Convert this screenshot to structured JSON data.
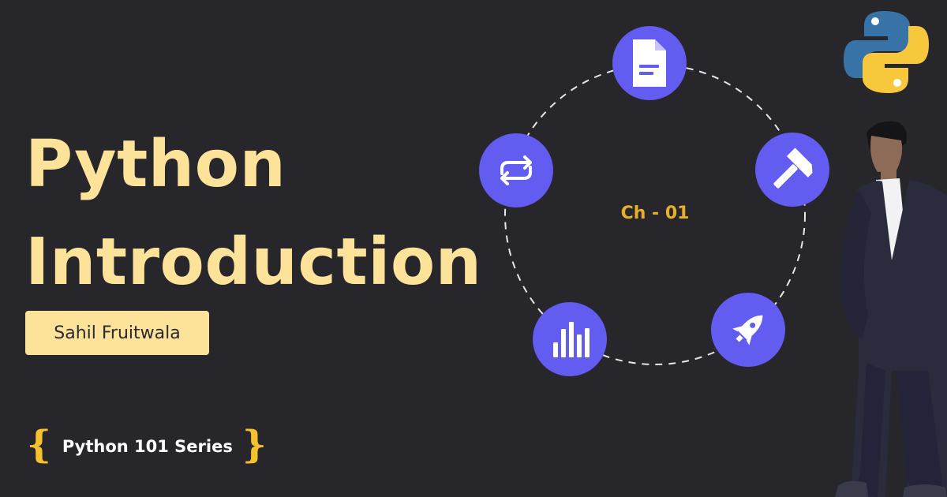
{
  "title_line1": "Python",
  "title_line2": "Introduction",
  "author": "Sahil Fruitwala",
  "series": {
    "open_brace": "{",
    "label": "Python 101 Series",
    "close_brace": "}"
  },
  "chapter_label": "Ch - 01",
  "icons": [
    "document-icon",
    "hammer-icon",
    "rocket-icon",
    "bar-chart-icon",
    "repeat-icon"
  ],
  "colors": {
    "background": "#27262b",
    "title": "#fde39a",
    "author_badge": "#fde39a",
    "brace": "#f6c12f",
    "chapter": "#e7b02a",
    "icon_circle": "#625cf0",
    "python_blue": "#3873a8",
    "python_yellow": "#f7c83c"
  }
}
